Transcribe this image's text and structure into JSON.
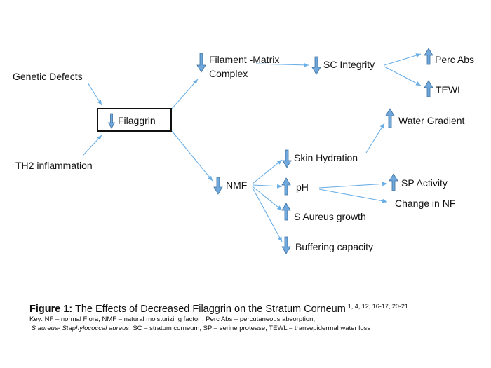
{
  "nodes": {
    "genetic": "Genetic Defects",
    "th2": "TH2 inflammation",
    "filaggrin": "Filaggrin",
    "fmc1": "Filament -Matrix",
    "fmc2": "Complex",
    "sc": "SC Integrity",
    "perc": "Perc Abs",
    "tewl": "TEWL",
    "water": "Water Gradient",
    "hydration": "Skin Hydration",
    "nmf": "NMF",
    "ph": "pH",
    "sp": "SP Activity",
    "nf": "Change in NF",
    "saureus": "S Aureus growth",
    "buffer": "Buffering capacity"
  },
  "caption": {
    "figure_label": "Figure 1:",
    "figure_title": " The Effects of Decreased Filaggrin on the Stratum Corneum",
    "refs": "1, 4, 12, 16-17, 20-21",
    "key_line1": "Key: NF – normal Flora, NMF – natural moisturizing factor , Perc Abs – percutaneous absorption,",
    "key_line2_italic": "S aureus- Staphylococcal aureus",
    "key_line2_rest": ", SC – stratum corneum, SP – serine protease, TEWL – transepidermal water loss"
  },
  "colors": {
    "arrow_fill": "#6fa8dc",
    "connector": "#6aaee6"
  }
}
